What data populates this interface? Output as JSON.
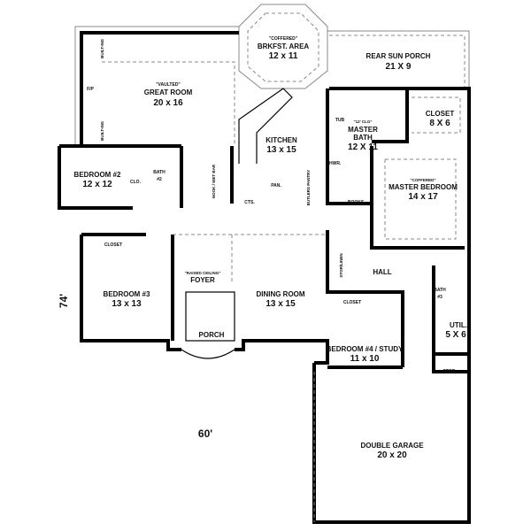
{
  "rooms": {
    "great_room": {
      "note": "\"VAULTED\"",
      "name": "GREAT ROOM",
      "size": "20 x 16"
    },
    "breakfast": {
      "note": "\"COFFERED\"",
      "name": "BRKFST. AREA",
      "size": "12 x 11"
    },
    "sun_porch": {
      "name": "REAR SUN PORCH",
      "size": "21 X 9"
    },
    "kitchen": {
      "name": "KITCHEN",
      "size": "13 x 15"
    },
    "closet_master": {
      "name": "CLOSET",
      "size": "8 X 6"
    },
    "master_bath": {
      "note": "\"12' CLG\"",
      "name1": "MASTER",
      "name2": "BATH",
      "size": "12 X 11"
    },
    "master_bedroom": {
      "note": "\"COFFERED\"",
      "name": "MASTER BEDROOM",
      "size": "14 x 17"
    },
    "bedroom2": {
      "name": "BEDROOM #2",
      "size": "12 x 12"
    },
    "bedroom3": {
      "name": "BEDROOM #3",
      "size": "13 x 13"
    },
    "foyer": {
      "note": "\"RAISED CEILING\"",
      "name": "FOYER"
    },
    "porch": {
      "name": "PORCH"
    },
    "dining": {
      "name": "DINING ROOM",
      "size": "13 x 15"
    },
    "bedroom4": {
      "name": "BEDROOM #4 / STUDY",
      "size": "11 x 10"
    },
    "util": {
      "name": "UTIL.",
      "size": "5 X 6"
    },
    "garage": {
      "name": "DOUBLE GARAGE",
      "size": "20 x 20"
    }
  },
  "labels": {
    "built_ins": "BUILT-INS",
    "fireplace": "F/P",
    "clo": "CLO.",
    "bath2": [
      "BATH",
      "#2"
    ],
    "bath3": [
      "BATH",
      "#3"
    ],
    "nook_wet_bar": "NOOK / WET BAR",
    "pantry": "PAN.",
    "cts": "CTS.",
    "butlers_pantry": "BUTLERS PANTRY",
    "books": "BOOKS",
    "tub": "TUB",
    "shower": "SHWR.",
    "closet": "CLOSET",
    "stor_linen": "STOR/LINEN",
    "hall": "HALL",
    "stor": "STOR."
  },
  "dimensions": {
    "depth": "74'",
    "width": "60'"
  }
}
